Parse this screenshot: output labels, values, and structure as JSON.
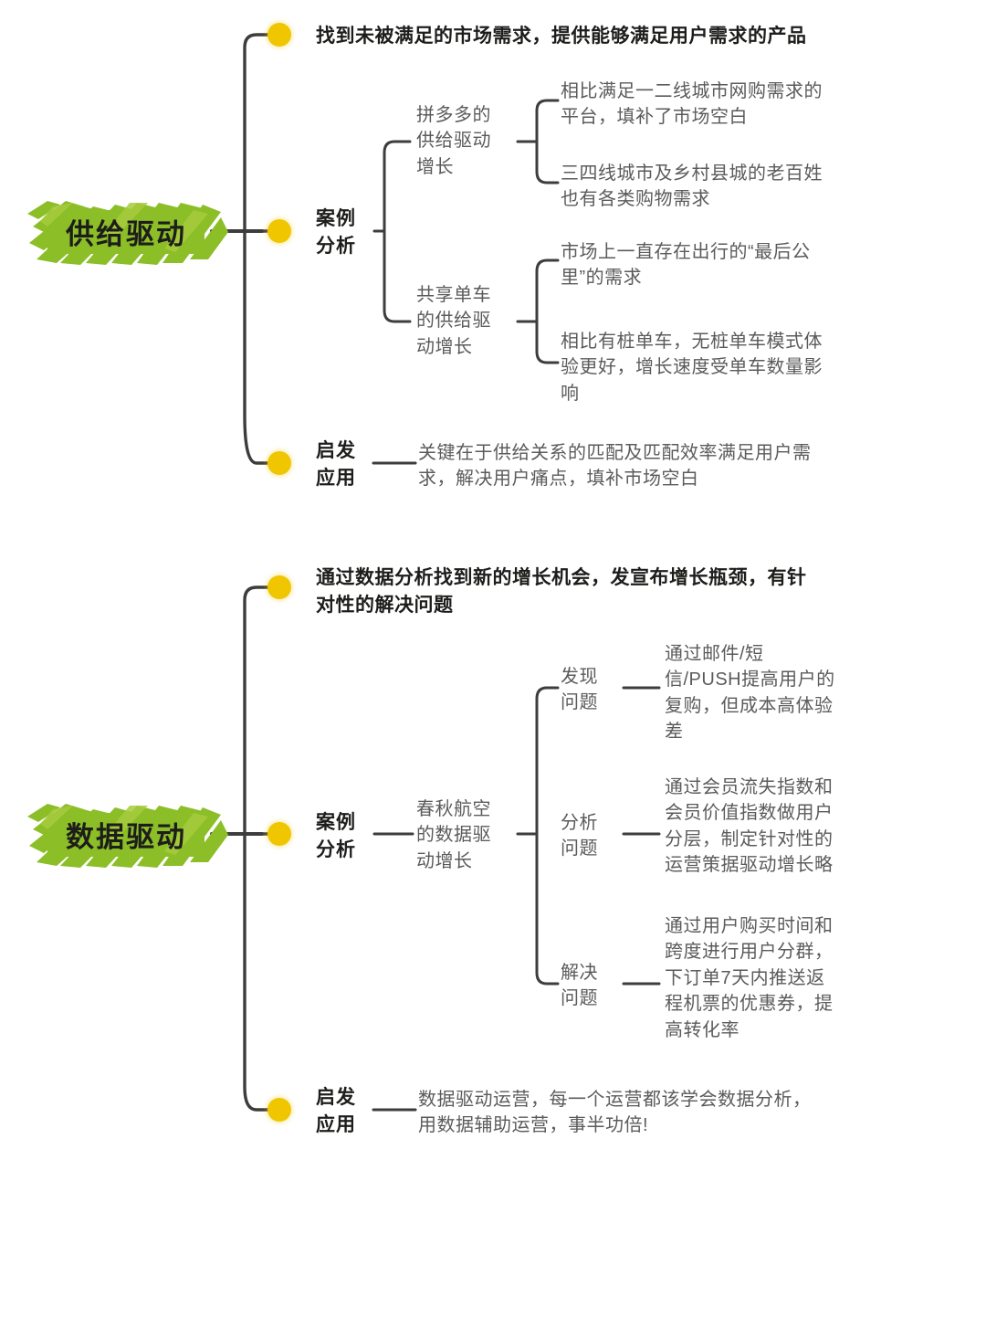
{
  "document": {
    "type": "mind-map",
    "map_count": 2,
    "accent_dot_color": "#EFC600",
    "highlight_color": "#8CBE28",
    "line_color": "#3d3d3d",
    "text_color": "#5b5b5b",
    "bold_text_color": "#1d1d1b"
  },
  "maps": [
    {
      "root": "供给驱动",
      "branches": [
        {
          "label": "找到未被满足的市场需求，提供能够满足用户需求的产品",
          "style": "bold-headline",
          "children": []
        },
        {
          "label": "案例\n分析",
          "style": "bold-key",
          "children": [
            {
              "label": "拼多多的\n供给驱动\n增长",
              "children": [
                {
                  "label": "相比满足一二线城市网购需求的\n平台，填补了市场空白"
                },
                {
                  "label": "三四线城市及乡村县城的老百姓\n也有各类购物需求"
                }
              ]
            },
            {
              "label": "共享单车\n的供给驱\n动增长",
              "children": [
                {
                  "label": "市场上一直存在出行的“最后公\n里”的需求"
                },
                {
                  "label": "相比有桩单车，无桩单车模式体\n验更好，增长速度受单车数量影\n响"
                }
              ]
            }
          ]
        },
        {
          "label": "启发\n应用",
          "style": "bold-key",
          "children": [
            {
              "label": "关键在于供给关系的匹配及匹配效率满足用户需\n求，解决用户痛点，填补市场空白"
            }
          ]
        }
      ]
    },
    {
      "root": "数据驱动",
      "branches": [
        {
          "label": "通过数据分析找到新的增长机会，发宣布增长瓶颈，有针\n对性的解决问题",
          "style": "bold-headline",
          "children": []
        },
        {
          "label": "案例\n分析",
          "style": "bold-key",
          "children": [
            {
              "label": "春秋航空\n的数据驱\n动增长",
              "children": [
                {
                  "label": "发现\n问题",
                  "detail": "通过邮件/短\n信/PUSH提高用户的\n复购，但成本高体验\n差"
                },
                {
                  "label": "分析\n问题",
                  "detail": "通过会员流失指数和\n会员价值指数做用户\n分层，制定针对性的\n运营策据驱动增长略"
                },
                {
                  "label": "解决\n问题",
                  "detail": "通过用户购买时间和\n跨度进行用户分群，\n下订单7天内推送返\n程机票的优惠券，提\n高转化率"
                }
              ]
            }
          ]
        },
        {
          "label": "启发\n应用",
          "style": "bold-key",
          "children": [
            {
              "label": "数据驱动运营，每一个运营都该学会数据分析，\n用数据辅助运营，事半功倍!"
            }
          ]
        }
      ]
    }
  ]
}
